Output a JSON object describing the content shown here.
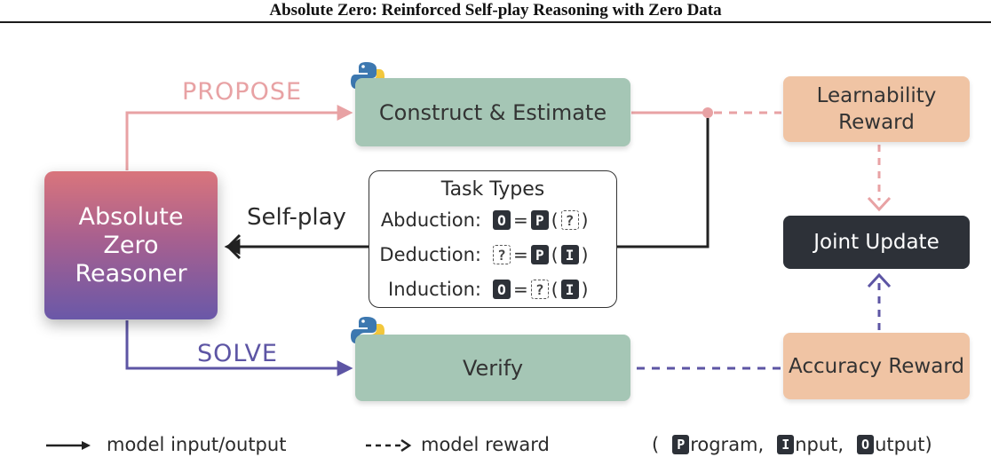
{
  "header": {
    "title": "Absolute Zero: Reinforced Self-play Reasoning with Zero Data"
  },
  "reasoner": {
    "label": "Absolute Zero Reasoner"
  },
  "flows": {
    "propose": "PROPOSE",
    "solve": "SOLVE",
    "self_play": "Self-play"
  },
  "construct": {
    "label": "Construct & Estimate"
  },
  "verify": {
    "label": "Verify"
  },
  "learnability": {
    "label": "Learnability Reward"
  },
  "accuracy": {
    "label": "Accuracy Reward"
  },
  "joint_update": {
    "label": "Joint Update"
  },
  "task_types": {
    "title": "Task Types",
    "rows": [
      {
        "label": "Abduction:",
        "lhs": "O",
        "fn": "P",
        "arg": "?"
      },
      {
        "label": "Deduction:",
        "lhs": "?",
        "fn": "P",
        "arg": "I"
      },
      {
        "label": "Induction:",
        "lhs": "O",
        "fn": "?",
        "arg": "I"
      }
    ],
    "equals": "=",
    "open_paren": "(",
    "close_paren": ")"
  },
  "legend": {
    "solid": "model input/output",
    "dashed": "model reward",
    "open": "(",
    "program_letter": "P",
    "program_rest": "rogram,",
    "input_letter": "I",
    "input_rest": "nput,",
    "output_letter": "O",
    "output_rest": "utput)"
  },
  "colors": {
    "propose": "#e8a2a4",
    "solve": "#5d55a4",
    "green_box": "#a5c6b5",
    "orange_box": "#f0c4a4",
    "dark_box": "#2d3138"
  },
  "icons": [
    "python-logo-icon",
    "arrow-icon"
  ]
}
